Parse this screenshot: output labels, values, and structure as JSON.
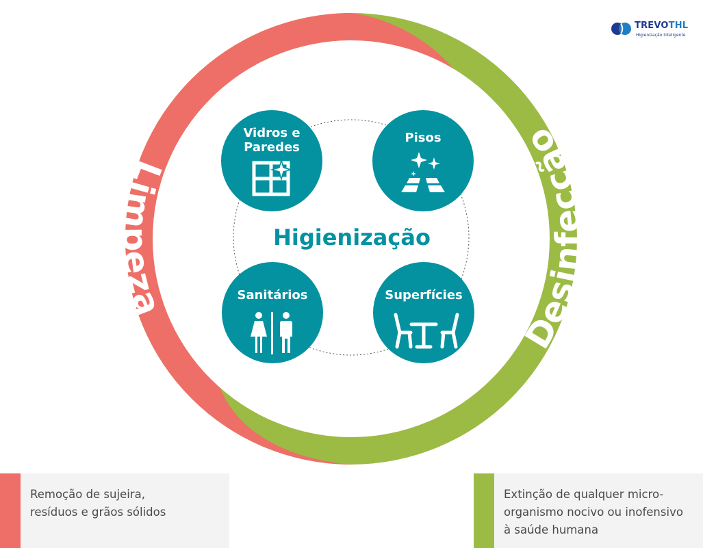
{
  "logo": {
    "name": "TREVO",
    "name_suffix": "THL",
    "tagline": "Higienização Inteligente"
  },
  "center_label": "Higienização",
  "ring": {
    "left_label": "Limpeza",
    "right_label": "Desinfecção"
  },
  "areas": {
    "top_left": {
      "label_line1": "Vidros e",
      "label_line2": "Paredes",
      "icon": "window-icon"
    },
    "top_right": {
      "label": "Pisos",
      "icon": "floor-icon"
    },
    "bottom_left": {
      "label": "Sanitários",
      "icon": "restroom-icon"
    },
    "bottom_right": {
      "label": "Superfícies",
      "icon": "table-icon"
    }
  },
  "legend": {
    "limpeza": {
      "line1": "Remoção de sujeira,",
      "line2": "resíduos e grãos sólidos"
    },
    "desinfeccao": {
      "line1": "Extinção de qualquer micro-",
      "line2": "organismo nocivo ou inofensivo",
      "line3": "à saúde humana"
    }
  },
  "colors": {
    "limpeza": "#ee6f67",
    "desinfeccao": "#9cbb45",
    "teal": "#0592a0",
    "brand_blue": "#1f3a93"
  }
}
